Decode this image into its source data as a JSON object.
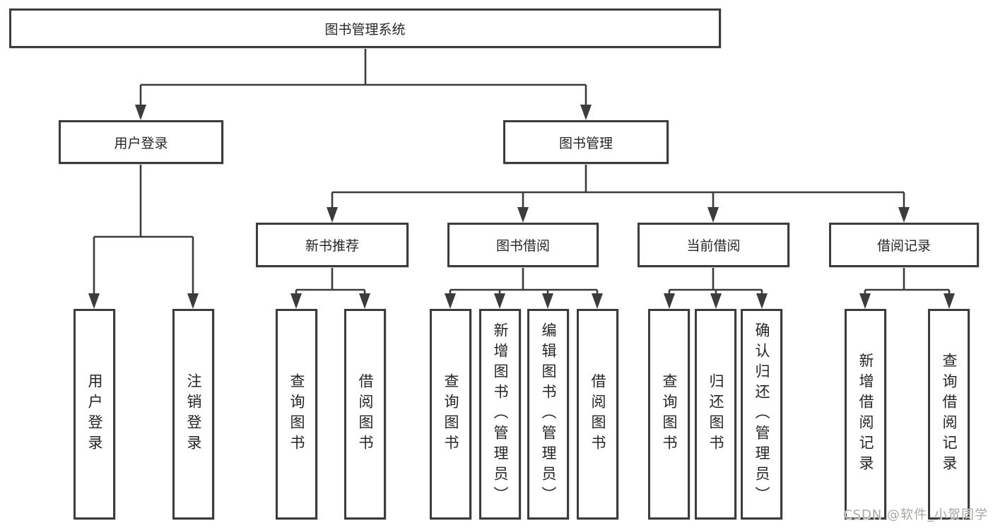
{
  "diagram": {
    "root": "图书管理系统",
    "level2": [
      "用户登录",
      "图书管理"
    ],
    "level3": [
      "新书推荐",
      "图书借阅",
      "当前借阅",
      "借阅记录"
    ],
    "leaves_user_login": [
      "用户登录",
      "注销登录"
    ],
    "leaves_new_book": [
      "查询图书",
      "借阅图书"
    ],
    "leaves_book_borrow": [
      "查询图书",
      "新增图书（管理员）",
      "编辑图书（管理员）",
      "借阅图书"
    ],
    "leaves_current_borrow": [
      "查询图书",
      "归还图书",
      "确认归还（管理员）"
    ],
    "leaves_borrow_records": [
      "新增借阅记录",
      "查询借阅记录"
    ]
  },
  "watermark": "CSDN @软件_小贺同学",
  "colors": {
    "line": "#3c3c3c",
    "box_border": "#3c3c3c",
    "text": "#262626",
    "watermark": "#aaa7a3",
    "background": "#ffffff"
  }
}
